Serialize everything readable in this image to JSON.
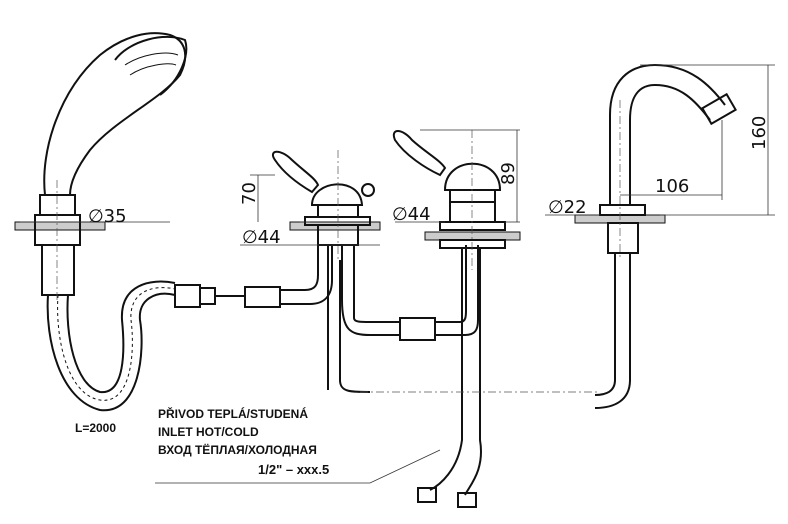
{
  "dimensions": {
    "shower_diameter": "∅35",
    "valve1_diameter": "∅44",
    "valve2_diameter": "∅44",
    "spout_diameter": "∅22",
    "valve1_height": "70",
    "valve2_height": "89",
    "spout_height": "160",
    "spout_reach": "106",
    "hose_length": "L=2000"
  },
  "inlet_note": {
    "line1": "PŘIVOD TEPLÁ/STUDENÁ",
    "line2": "INLET HOT/COLD",
    "line3": "ВХОД ТЁПЛАЯ/ХОЛОДНАЯ",
    "thread": "1/2\"  –  xxx.5"
  }
}
